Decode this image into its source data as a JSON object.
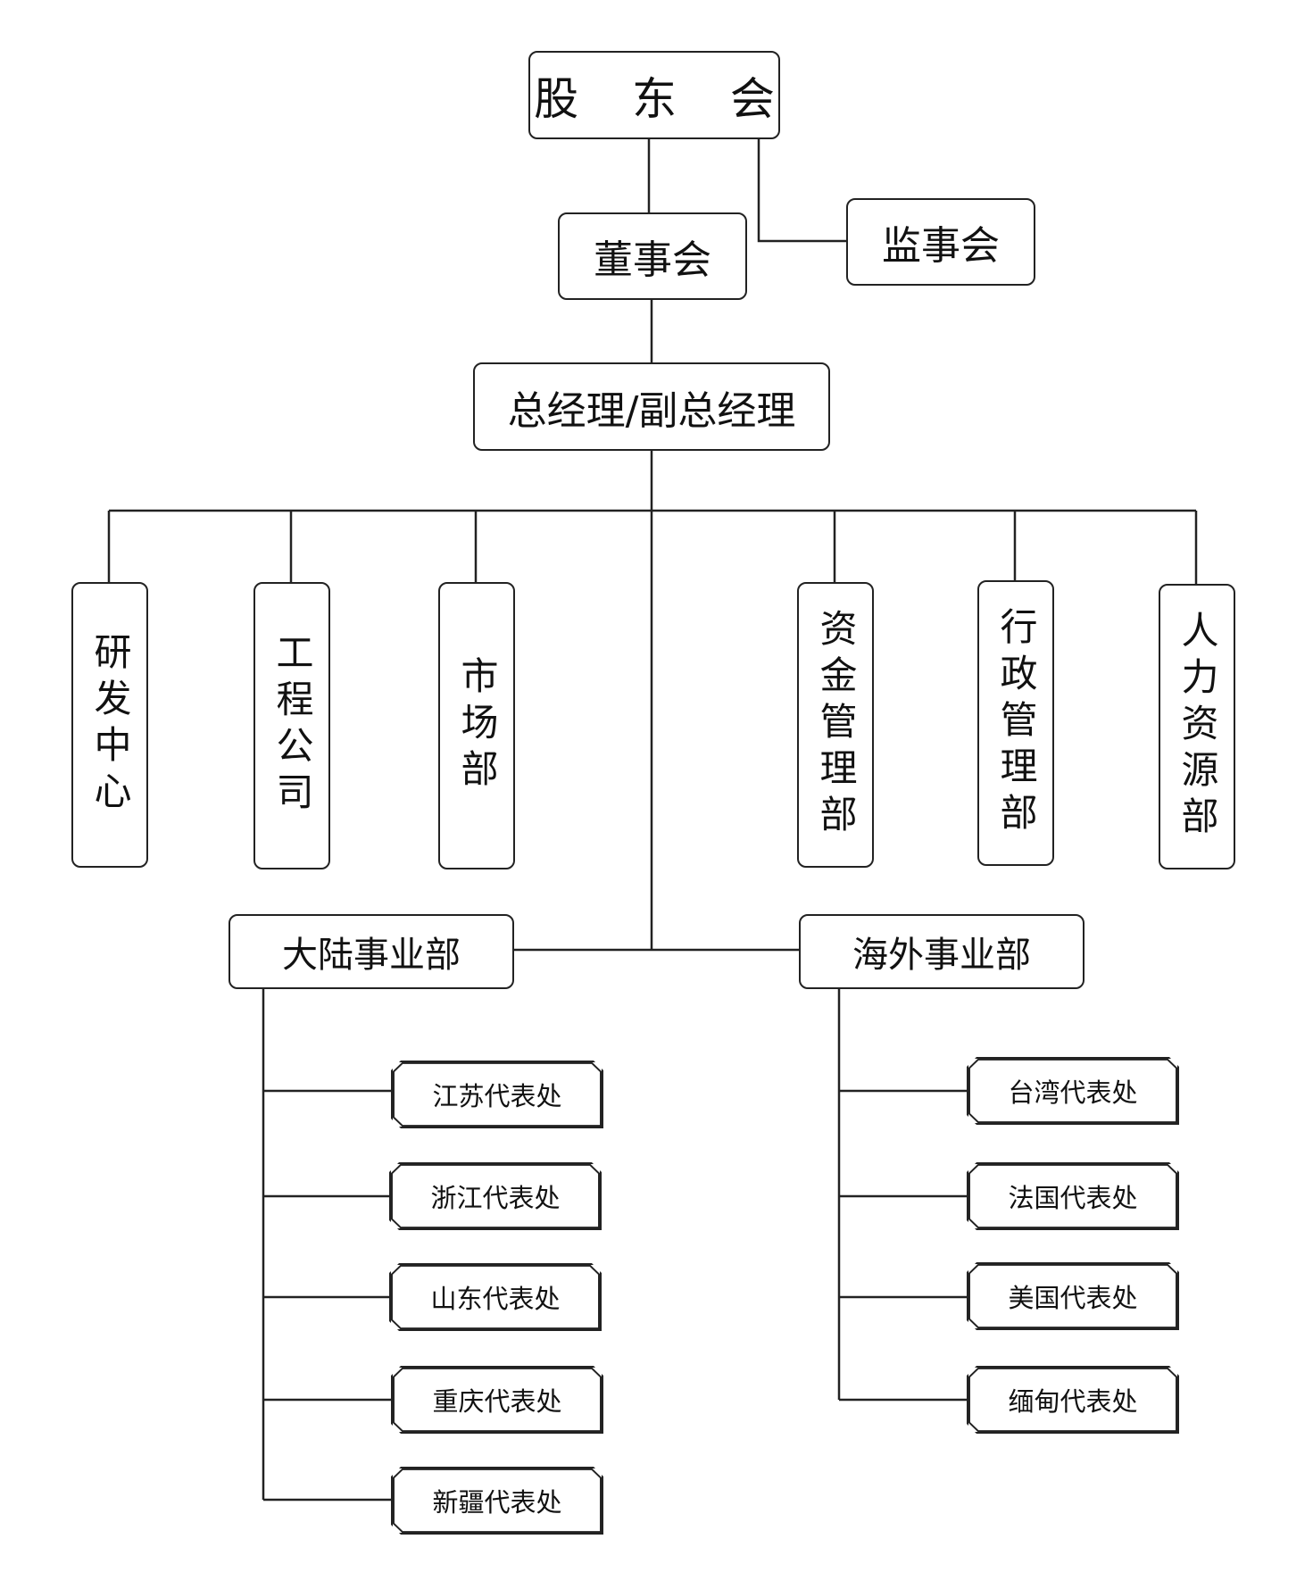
{
  "chart": {
    "shareholders": "股 东 会",
    "board": "董事会",
    "supervisors": "监事会",
    "gm": "总经理/副总经理",
    "departments": [
      "研发中心",
      "工程公司",
      "市场部",
      "资金管理部",
      "行政管理部",
      "人力资源部"
    ],
    "mainland": {
      "title": "大陆事业部",
      "offices": [
        "江苏代表处",
        "浙江代表处",
        "山东代表处",
        "重庆代表处",
        "新疆代表处"
      ]
    },
    "overseas": {
      "title": "海外事业部",
      "offices": [
        "台湾代表处",
        "法国代表处",
        "美国代表处",
        "缅甸代表处"
      ]
    }
  }
}
